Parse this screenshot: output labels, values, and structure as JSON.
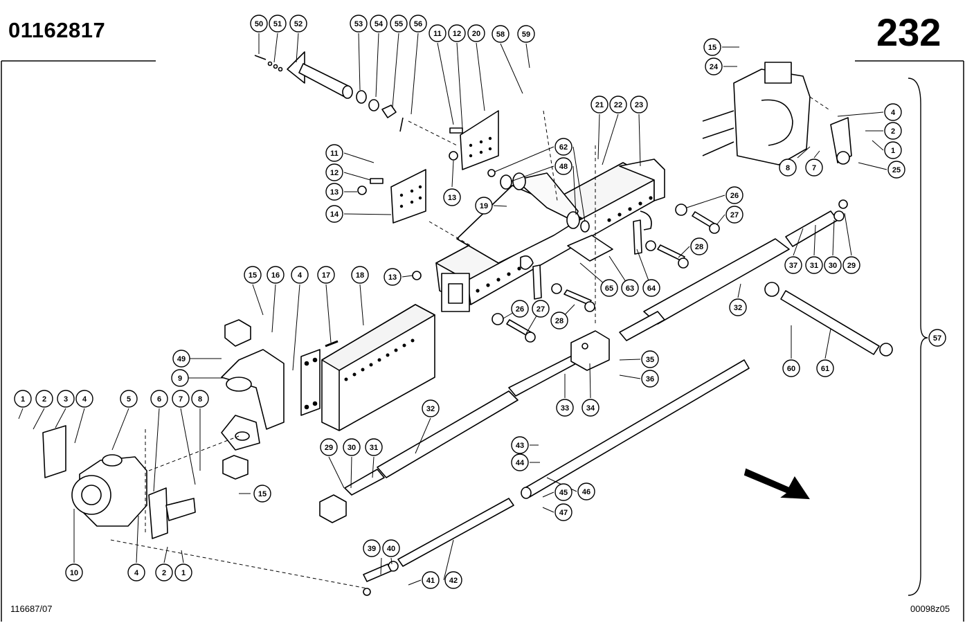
{
  "header": {
    "document_number": "01162817",
    "page_number": "232"
  },
  "footer": {
    "left_reference": "116687/07",
    "right_reference": "00098z05"
  },
  "callouts": [
    "1",
    "2",
    "3",
    "4",
    "5",
    "6",
    "7",
    "8",
    "9",
    "10",
    "11",
    "12",
    "13",
    "14",
    "15",
    "16",
    "17",
    "18",
    "19",
    "20",
    "21",
    "22",
    "23",
    "24",
    "25",
    "26",
    "27",
    "28",
    "29",
    "30",
    "31",
    "32",
    "33",
    "34",
    "35",
    "36",
    "37",
    "39",
    "40",
    "41",
    "42",
    "43",
    "44",
    "45",
    "46",
    "47",
    "48",
    "49",
    "50",
    "51",
    "52",
    "53",
    "54",
    "55",
    "56",
    "57",
    "58",
    "59",
    "60",
    "61",
    "62",
    "63",
    "64",
    "65"
  ],
  "direction_arrow": "travel-direction"
}
